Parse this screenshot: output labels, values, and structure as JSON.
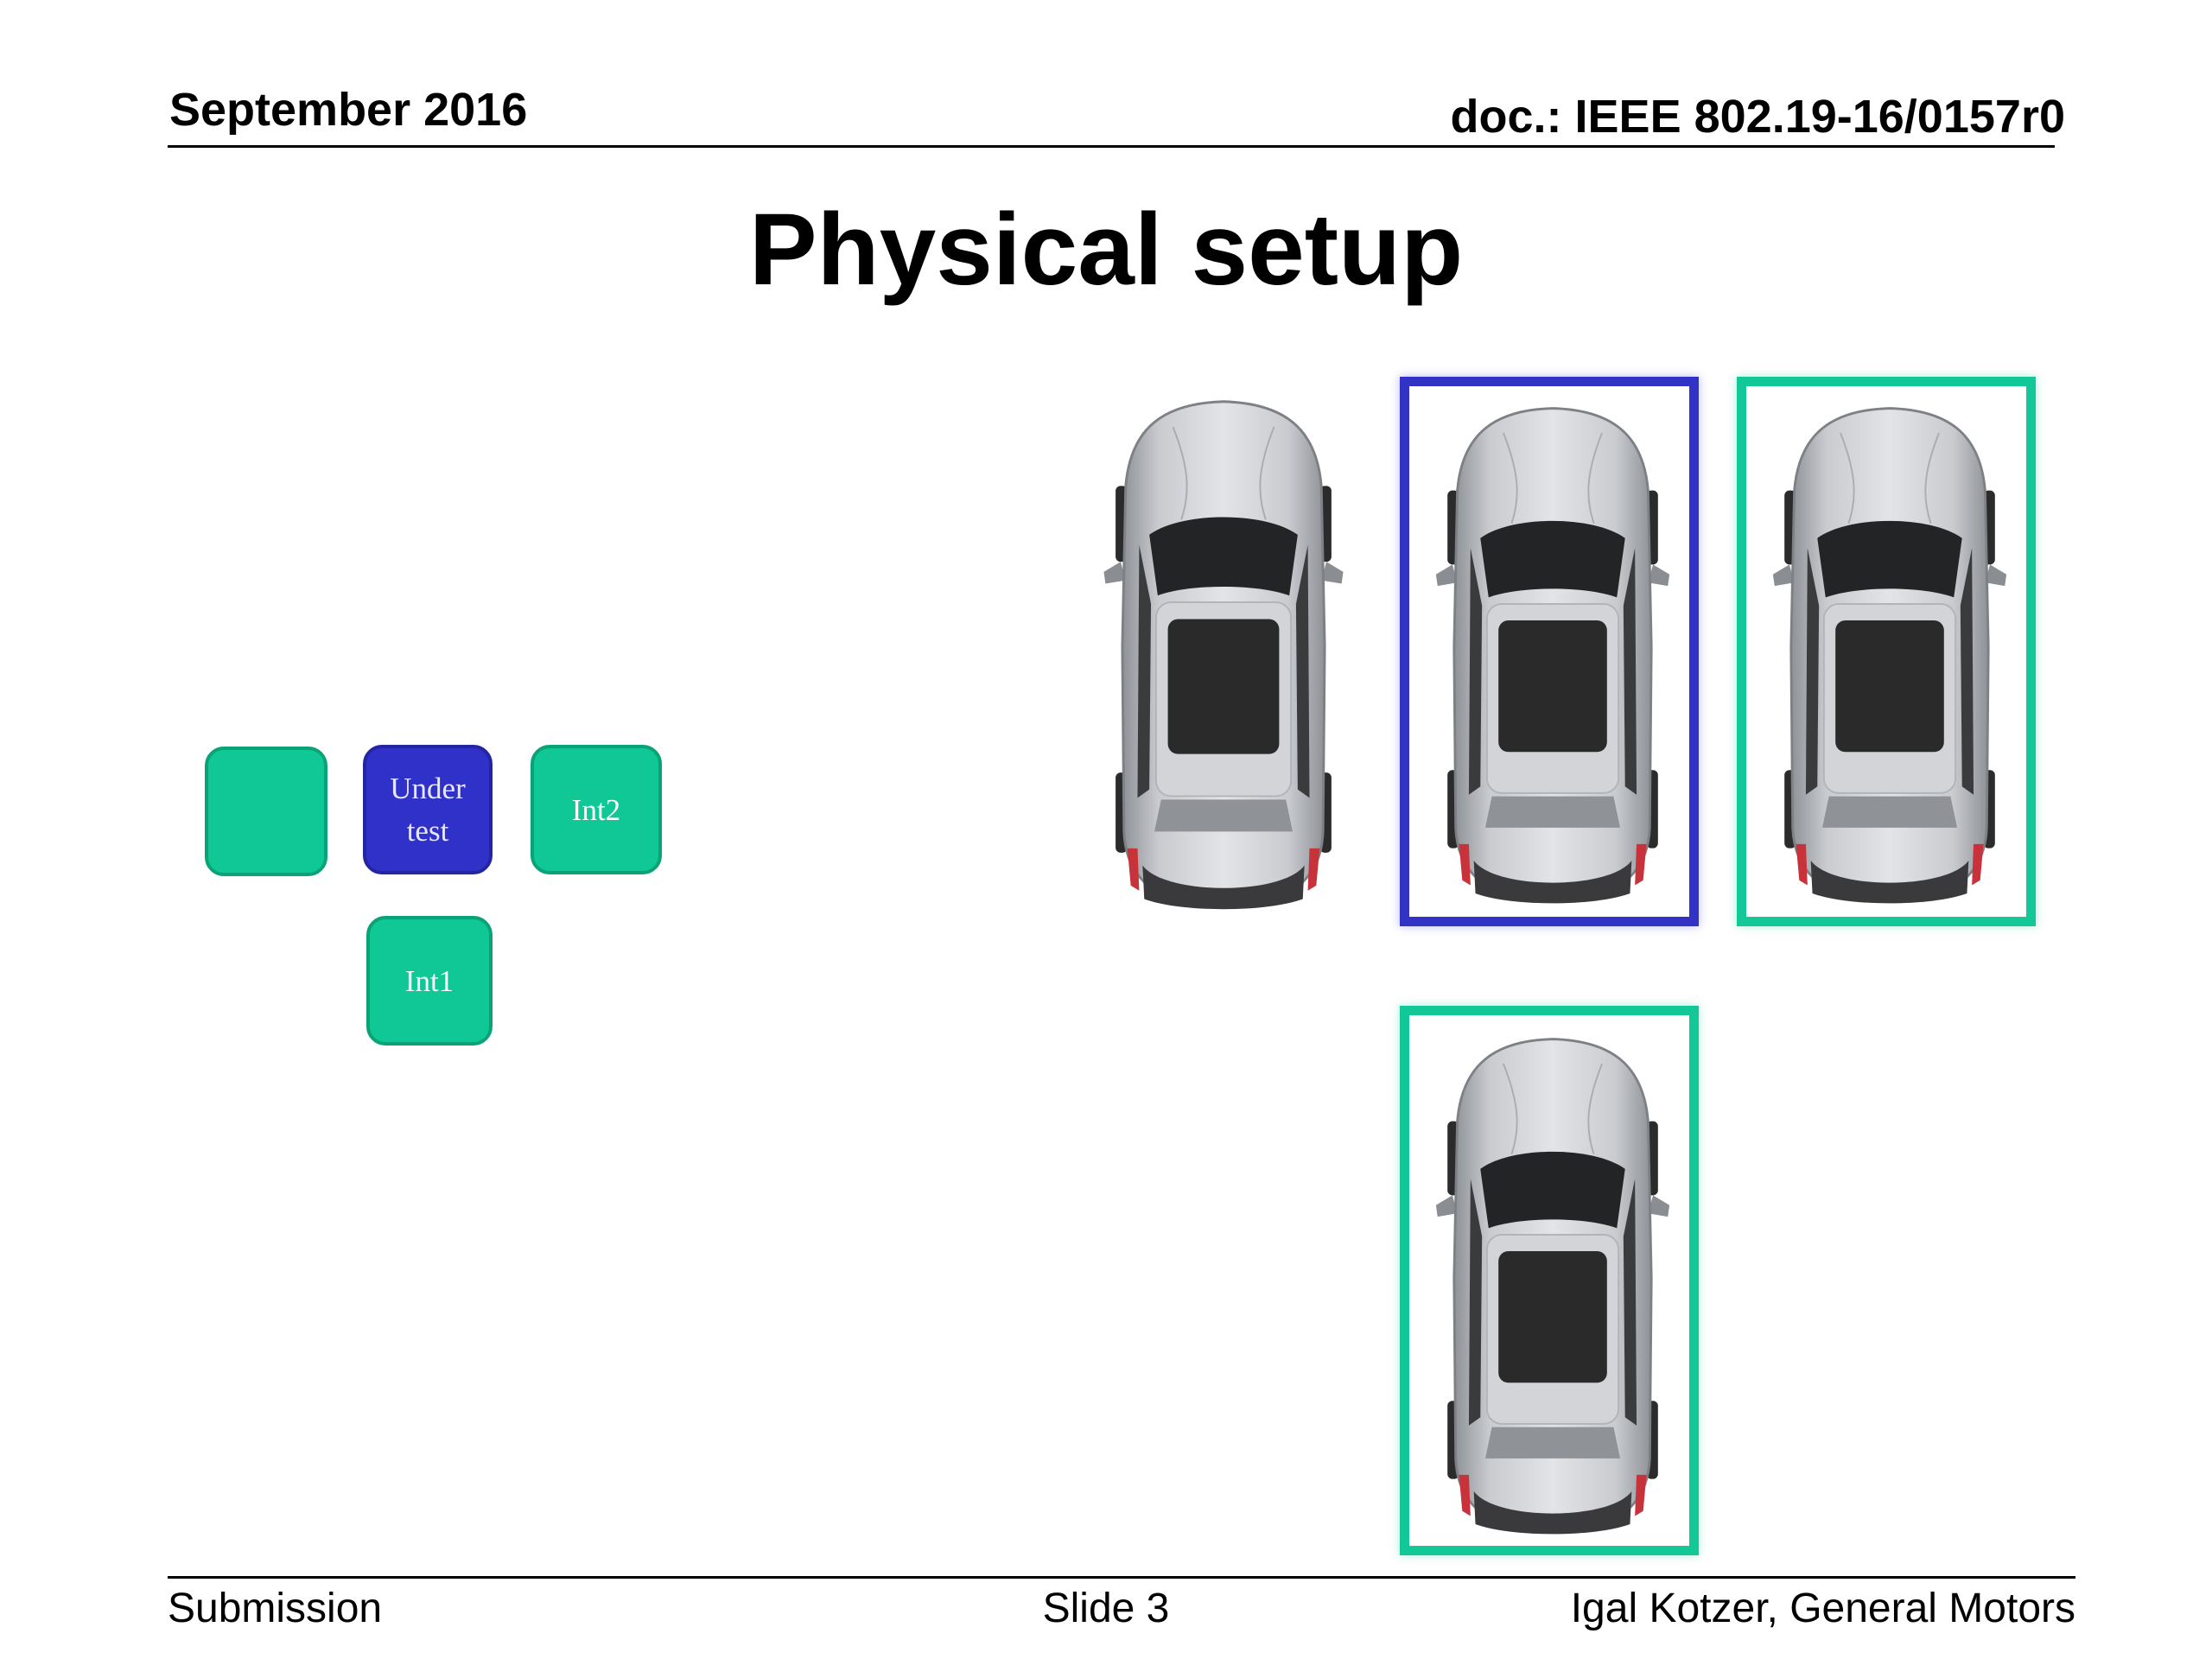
{
  "header": {
    "date": "September 2016",
    "doc_id": "doc.: IEEE 802.19-16/0157r0"
  },
  "title": "Physical setup",
  "legend": {
    "blank": "",
    "under_test": "Under test",
    "int2": "Int2",
    "int1": "Int1"
  },
  "colors": {
    "under_test": "#2f31c9",
    "interferer": "#0fc895"
  },
  "cars": [
    {
      "role": "plain"
    },
    {
      "role": "under-test"
    },
    {
      "role": "int2"
    },
    {
      "role": "int1"
    }
  ],
  "footer": {
    "left": "Submission",
    "center": "Slide 3",
    "right": "Igal Kotzer, General Motors"
  }
}
